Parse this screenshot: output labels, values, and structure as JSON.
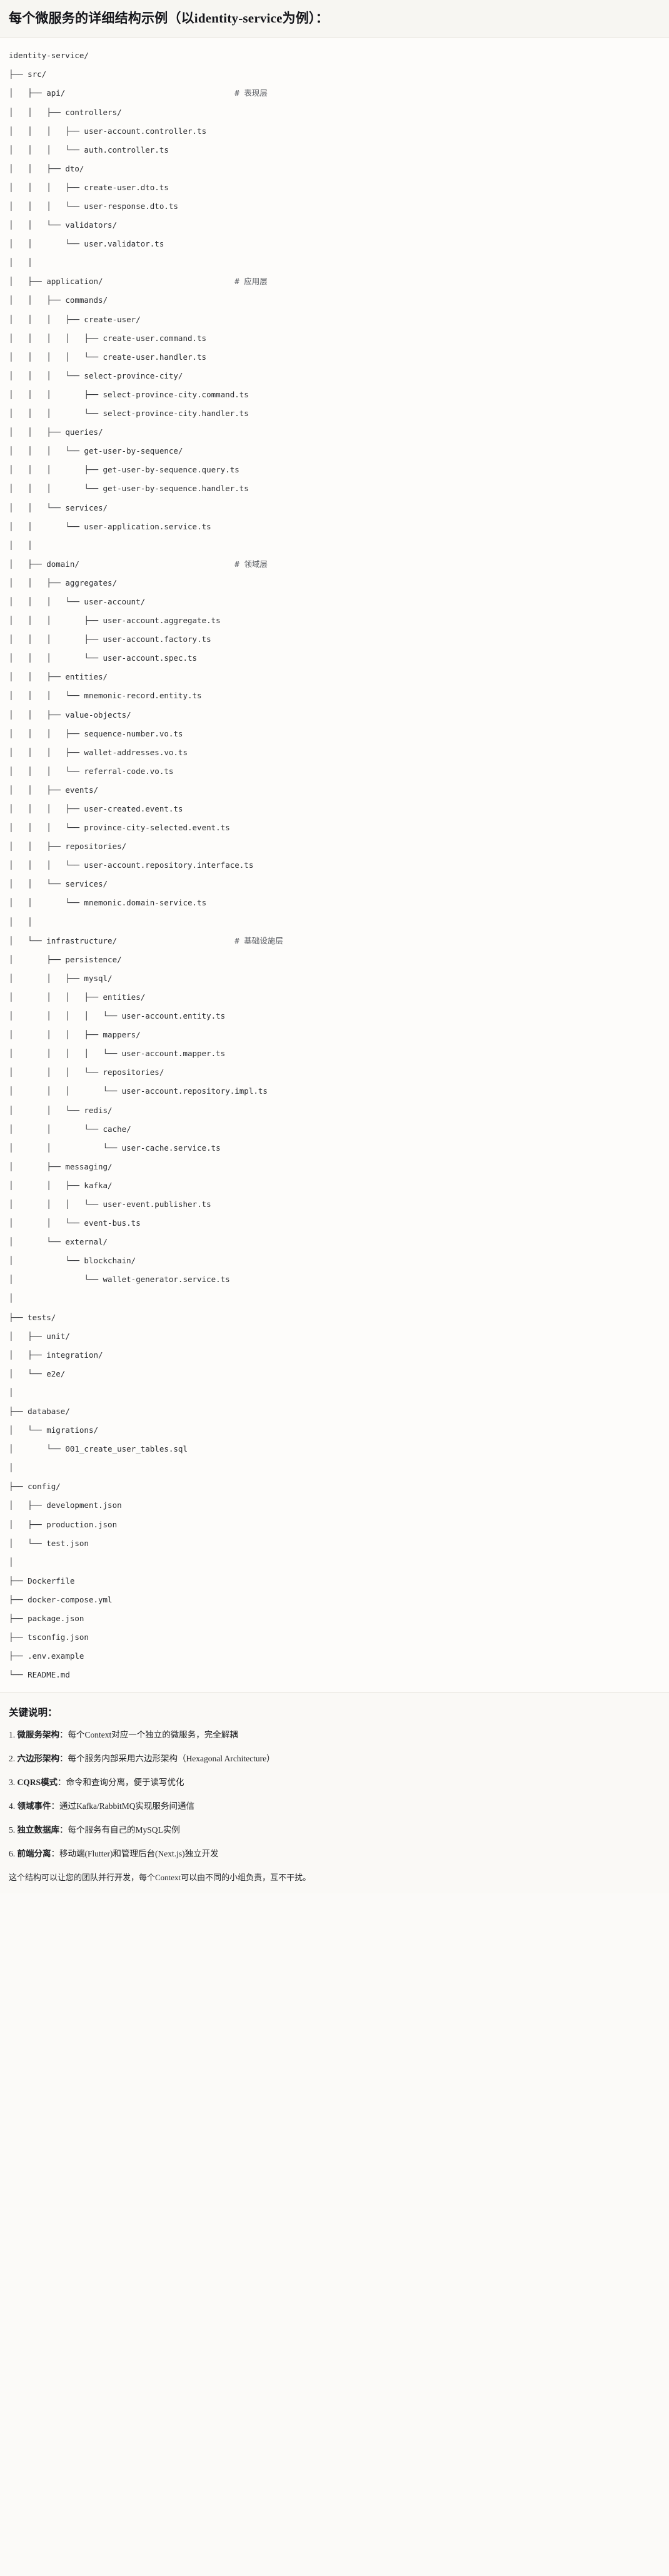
{
  "header": {
    "title": "每个微服务的详细结构示例（以identity-service为例）："
  },
  "tree": {
    "root": "identity-service/",
    "lines": [
      {
        "prefix": "",
        "name": "identity-service/",
        "note": ""
      },
      {
        "prefix": "├── ",
        "name": "src/",
        "note": ""
      },
      {
        "prefix": "│   ├── ",
        "name": "api/",
        "note": "# 表现层"
      },
      {
        "prefix": "│   │   ├── ",
        "name": "controllers/",
        "note": ""
      },
      {
        "prefix": "│   │   │   ├── ",
        "name": "user-account.controller.ts",
        "note": ""
      },
      {
        "prefix": "│   │   │   └── ",
        "name": "auth.controller.ts",
        "note": ""
      },
      {
        "prefix": "│   │   ├── ",
        "name": "dto/",
        "note": ""
      },
      {
        "prefix": "│   │   │   ├── ",
        "name": "create-user.dto.ts",
        "note": ""
      },
      {
        "prefix": "│   │   │   └── ",
        "name": "user-response.dto.ts",
        "note": ""
      },
      {
        "prefix": "│   │   └── ",
        "name": "validators/",
        "note": ""
      },
      {
        "prefix": "│   │       └── ",
        "name": "user.validator.ts",
        "note": ""
      },
      {
        "prefix": "│   │",
        "name": "",
        "note": ""
      },
      {
        "prefix": "│   ├── ",
        "name": "application/",
        "note": "# 应用层"
      },
      {
        "prefix": "│   │   ├── ",
        "name": "commands/",
        "note": ""
      },
      {
        "prefix": "│   │   │   ├── ",
        "name": "create-user/",
        "note": ""
      },
      {
        "prefix": "│   │   │   │   ├── ",
        "name": "create-user.command.ts",
        "note": ""
      },
      {
        "prefix": "│   │   │   │   └── ",
        "name": "create-user.handler.ts",
        "note": ""
      },
      {
        "prefix": "│   │   │   └── ",
        "name": "select-province-city/",
        "note": ""
      },
      {
        "prefix": "│   │   │       ├── ",
        "name": "select-province-city.command.ts",
        "note": ""
      },
      {
        "prefix": "│   │   │       └── ",
        "name": "select-province-city.handler.ts",
        "note": ""
      },
      {
        "prefix": "│   │   ├── ",
        "name": "queries/",
        "note": ""
      },
      {
        "prefix": "│   │   │   └── ",
        "name": "get-user-by-sequence/",
        "note": ""
      },
      {
        "prefix": "│   │   │       ├── ",
        "name": "get-user-by-sequence.query.ts",
        "note": ""
      },
      {
        "prefix": "│   │   │       └── ",
        "name": "get-user-by-sequence.handler.ts",
        "note": ""
      },
      {
        "prefix": "│   │   └── ",
        "name": "services/",
        "note": ""
      },
      {
        "prefix": "│   │       └── ",
        "name": "user-application.service.ts",
        "note": ""
      },
      {
        "prefix": "│   │",
        "name": "",
        "note": ""
      },
      {
        "prefix": "│   ├── ",
        "name": "domain/",
        "note": "# 领域层"
      },
      {
        "prefix": "│   │   ├── ",
        "name": "aggregates/",
        "note": ""
      },
      {
        "prefix": "│   │   │   └── ",
        "name": "user-account/",
        "note": ""
      },
      {
        "prefix": "│   │   │       ├── ",
        "name": "user-account.aggregate.ts",
        "note": ""
      },
      {
        "prefix": "│   │   │       ├── ",
        "name": "user-account.factory.ts",
        "note": ""
      },
      {
        "prefix": "│   │   │       └── ",
        "name": "user-account.spec.ts",
        "note": ""
      },
      {
        "prefix": "│   │   ├── ",
        "name": "entities/",
        "note": ""
      },
      {
        "prefix": "│   │   │   └── ",
        "name": "mnemonic-record.entity.ts",
        "note": ""
      },
      {
        "prefix": "│   │   ├── ",
        "name": "value-objects/",
        "note": ""
      },
      {
        "prefix": "│   │   │   ├── ",
        "name": "sequence-number.vo.ts",
        "note": ""
      },
      {
        "prefix": "│   │   │   ├── ",
        "name": "wallet-addresses.vo.ts",
        "note": ""
      },
      {
        "prefix": "│   │   │   └── ",
        "name": "referral-code.vo.ts",
        "note": ""
      },
      {
        "prefix": "│   │   ├── ",
        "name": "events/",
        "note": ""
      },
      {
        "prefix": "│   │   │   ├── ",
        "name": "user-created.event.ts",
        "note": ""
      },
      {
        "prefix": "│   │   │   └── ",
        "name": "province-city-selected.event.ts",
        "note": ""
      },
      {
        "prefix": "│   │   ├── ",
        "name": "repositories/",
        "note": ""
      },
      {
        "prefix": "│   │   │   └── ",
        "name": "user-account.repository.interface.ts",
        "note": ""
      },
      {
        "prefix": "│   │   └── ",
        "name": "services/",
        "note": ""
      },
      {
        "prefix": "│   │       └── ",
        "name": "mnemonic.domain-service.ts",
        "note": ""
      },
      {
        "prefix": "│   │",
        "name": "",
        "note": ""
      },
      {
        "prefix": "│   └── ",
        "name": "infrastructure/",
        "note": "# 基础设施层"
      },
      {
        "prefix": "│       ├── ",
        "name": "persistence/",
        "note": ""
      },
      {
        "prefix": "│       │   ├── ",
        "name": "mysql/",
        "note": ""
      },
      {
        "prefix": "│       │   │   ├── ",
        "name": "entities/",
        "note": ""
      },
      {
        "prefix": "│       │   │   │   └── ",
        "name": "user-account.entity.ts",
        "note": ""
      },
      {
        "prefix": "│       │   │   ├── ",
        "name": "mappers/",
        "note": ""
      },
      {
        "prefix": "│       │   │   │   └── ",
        "name": "user-account.mapper.ts",
        "note": ""
      },
      {
        "prefix": "│       │   │   └── ",
        "name": "repositories/",
        "note": ""
      },
      {
        "prefix": "│       │   │       └── ",
        "name": "user-account.repository.impl.ts",
        "note": ""
      },
      {
        "prefix": "│       │   └── ",
        "name": "redis/",
        "note": ""
      },
      {
        "prefix": "│       │       └── ",
        "name": "cache/",
        "note": ""
      },
      {
        "prefix": "│       │           └── ",
        "name": "user-cache.service.ts",
        "note": ""
      },
      {
        "prefix": "│       ├── ",
        "name": "messaging/",
        "note": ""
      },
      {
        "prefix": "│       │   ├── ",
        "name": "kafka/",
        "note": ""
      },
      {
        "prefix": "│       │   │   └── ",
        "name": "user-event.publisher.ts",
        "note": ""
      },
      {
        "prefix": "│       │   └── ",
        "name": "event-bus.ts",
        "note": ""
      },
      {
        "prefix": "│       └── ",
        "name": "external/",
        "note": ""
      },
      {
        "prefix": "│           └── ",
        "name": "blockchain/",
        "note": ""
      },
      {
        "prefix": "│               └── ",
        "name": "wallet-generator.service.ts",
        "note": ""
      },
      {
        "prefix": "│",
        "name": "",
        "note": ""
      },
      {
        "prefix": "├── ",
        "name": "tests/",
        "note": ""
      },
      {
        "prefix": "│   ├── ",
        "name": "unit/",
        "note": ""
      },
      {
        "prefix": "│   ├── ",
        "name": "integration/",
        "note": ""
      },
      {
        "prefix": "│   └── ",
        "name": "e2e/",
        "note": ""
      },
      {
        "prefix": "│",
        "name": "",
        "note": ""
      },
      {
        "prefix": "├── ",
        "name": "database/",
        "note": ""
      },
      {
        "prefix": "│   └── ",
        "name": "migrations/",
        "note": ""
      },
      {
        "prefix": "│       └── ",
        "name": "001_create_user_tables.sql",
        "note": ""
      },
      {
        "prefix": "│",
        "name": "",
        "note": ""
      },
      {
        "prefix": "├── ",
        "name": "config/",
        "note": ""
      },
      {
        "prefix": "│   ├── ",
        "name": "development.json",
        "note": ""
      },
      {
        "prefix": "│   ├── ",
        "name": "production.json",
        "note": ""
      },
      {
        "prefix": "│   └── ",
        "name": "test.json",
        "note": ""
      },
      {
        "prefix": "│",
        "name": "",
        "note": ""
      },
      {
        "prefix": "├── ",
        "name": "Dockerfile",
        "note": ""
      },
      {
        "prefix": "├── ",
        "name": "docker-compose.yml",
        "note": ""
      },
      {
        "prefix": "├── ",
        "name": "package.json",
        "note": ""
      },
      {
        "prefix": "├── ",
        "name": "tsconfig.json",
        "note": ""
      },
      {
        "prefix": "├── ",
        "name": ".env.example",
        "note": ""
      },
      {
        "prefix": "└── ",
        "name": "README.md",
        "note": ""
      }
    ]
  },
  "keys": {
    "title": "关键说明：",
    "items": [
      {
        "num": "1. ",
        "term": "微服务架构",
        "desc": "：每个Context对应一个独立的微服务，完全解耦"
      },
      {
        "num": "2. ",
        "term": "六边形架构",
        "desc": "：每个服务内部采用六边形架构（Hexagonal Architecture）"
      },
      {
        "num": "3. ",
        "term": "CQRS模式",
        "desc": "：命令和查询分离，便于读写优化"
      },
      {
        "num": "4. ",
        "term": "领域事件",
        "desc": "：通过Kafka/RabbitMQ实现服务间通信"
      },
      {
        "num": "5. ",
        "term": "独立数据库",
        "desc": "：每个服务有自己的MySQL实例"
      },
      {
        "num": "6. ",
        "term": "前端分离",
        "desc": "：移动端(Flutter)和管理后台(Next.js)独立开发"
      }
    ],
    "footer": "这个结构可以让您的团队并行开发，每个Context可以由不同的小组负责，互不干扰。"
  },
  "colors": {
    "page_bg": "#fbfaf8",
    "header_bg": "#f7f6f2",
    "tree_bg": "#fdfcfa",
    "text": "#2b2d31",
    "note": "#55585e",
    "divider": "#e6e3dd"
  }
}
